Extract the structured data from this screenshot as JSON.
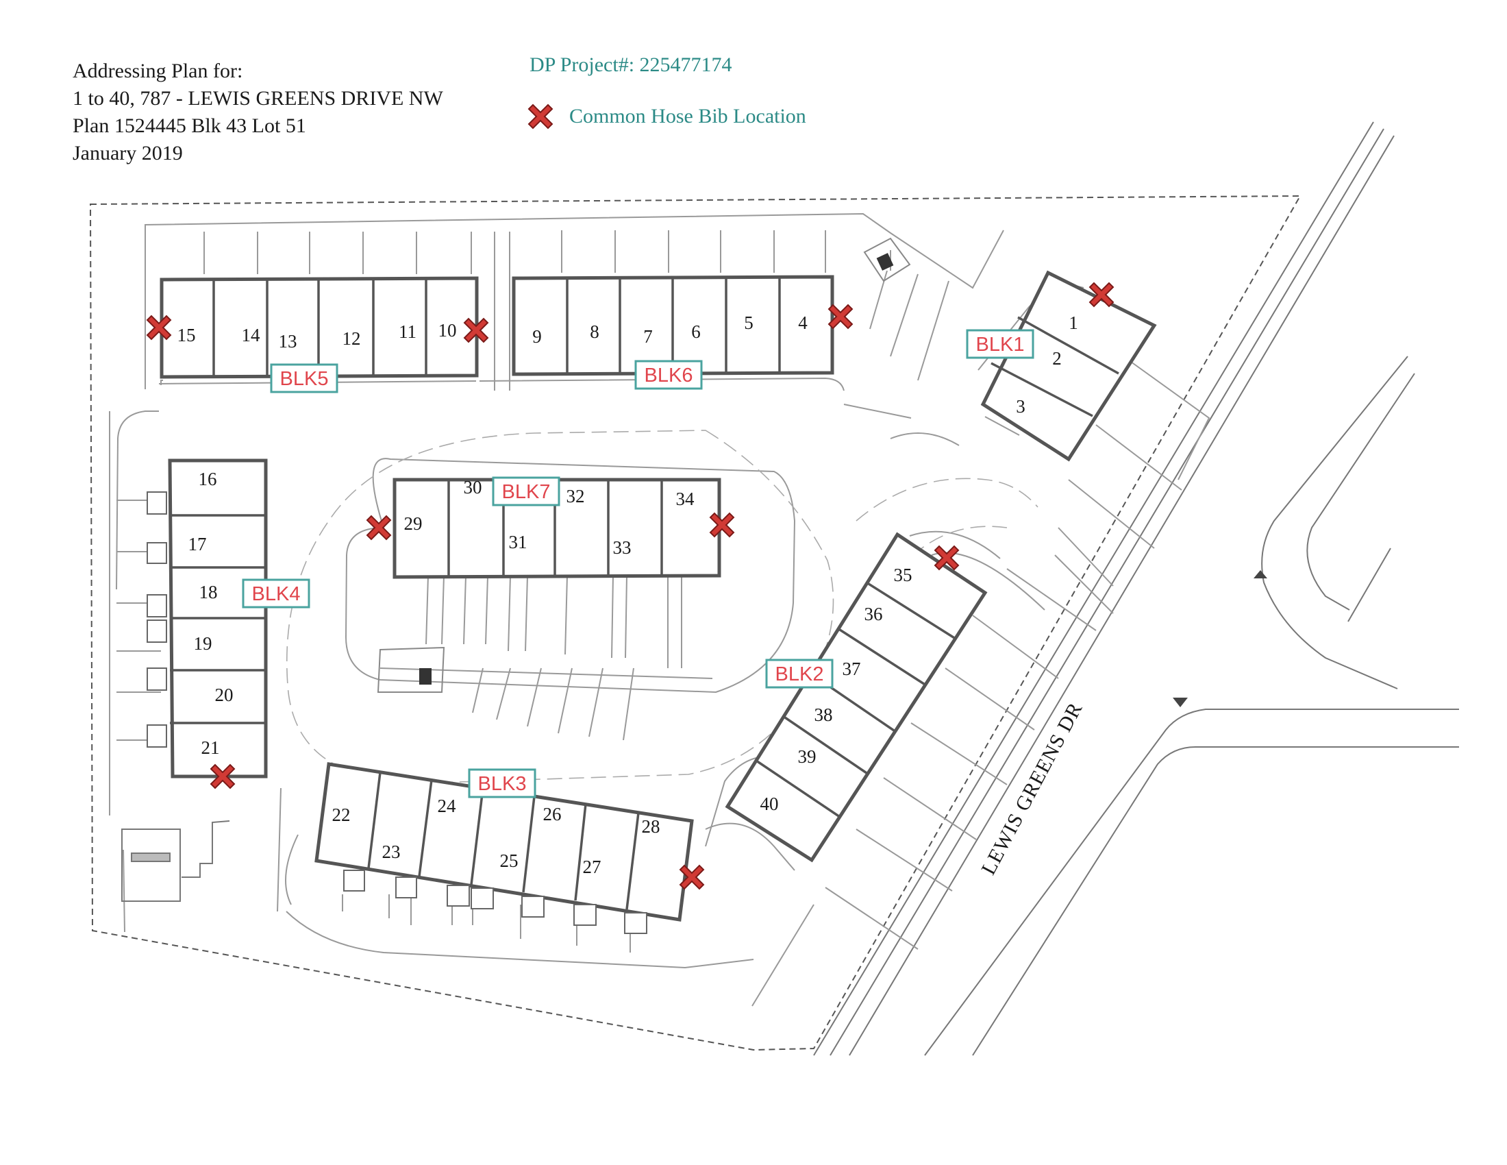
{
  "title": {
    "line1": "Addressing Plan for:",
    "line2": "1 to 40, 787 - LEWIS GREENS DRIVE NW",
    "line3": "Plan 1524445 Blk 43 Lot 51",
    "line4": "January 2019"
  },
  "project": "DP Project#: 225477174",
  "legend": {
    "label": "Common Hose Bib Location",
    "icon": "red-x-icon"
  },
  "street_label": "LEWIS GREENS DR",
  "colors": {
    "hose_bib": "#d13a35",
    "block_label_text": "#e0454c",
    "block_label_border": "#4aa39f",
    "teal_text": "#2b8a86",
    "building_outline": "#555555",
    "site_lines": "#8c8c8c"
  },
  "blocks": [
    {
      "id": "blk1",
      "label": "BLK1",
      "units": [
        "1",
        "2",
        "3"
      ]
    },
    {
      "id": "blk2",
      "label": "BLK2",
      "units": [
        "35",
        "36",
        "37",
        "38",
        "39",
        "40"
      ]
    },
    {
      "id": "blk3",
      "label": "BLK3",
      "units": [
        "22",
        "23",
        "24",
        "25",
        "26",
        "27",
        "28"
      ]
    },
    {
      "id": "blk4",
      "label": "BLK4",
      "units": [
        "16",
        "17",
        "18",
        "19",
        "20",
        "21"
      ]
    },
    {
      "id": "blk5",
      "label": "BLK5",
      "units": [
        "15",
        "14",
        "13",
        "12",
        "11",
        "10"
      ]
    },
    {
      "id": "blk6",
      "label": "BLK6",
      "units": [
        "9",
        "8",
        "7",
        "6",
        "5",
        "4"
      ]
    },
    {
      "id": "blk7",
      "label": "BLK7",
      "units": [
        "29",
        "30",
        "31",
        "32",
        "33",
        "34"
      ]
    }
  ]
}
